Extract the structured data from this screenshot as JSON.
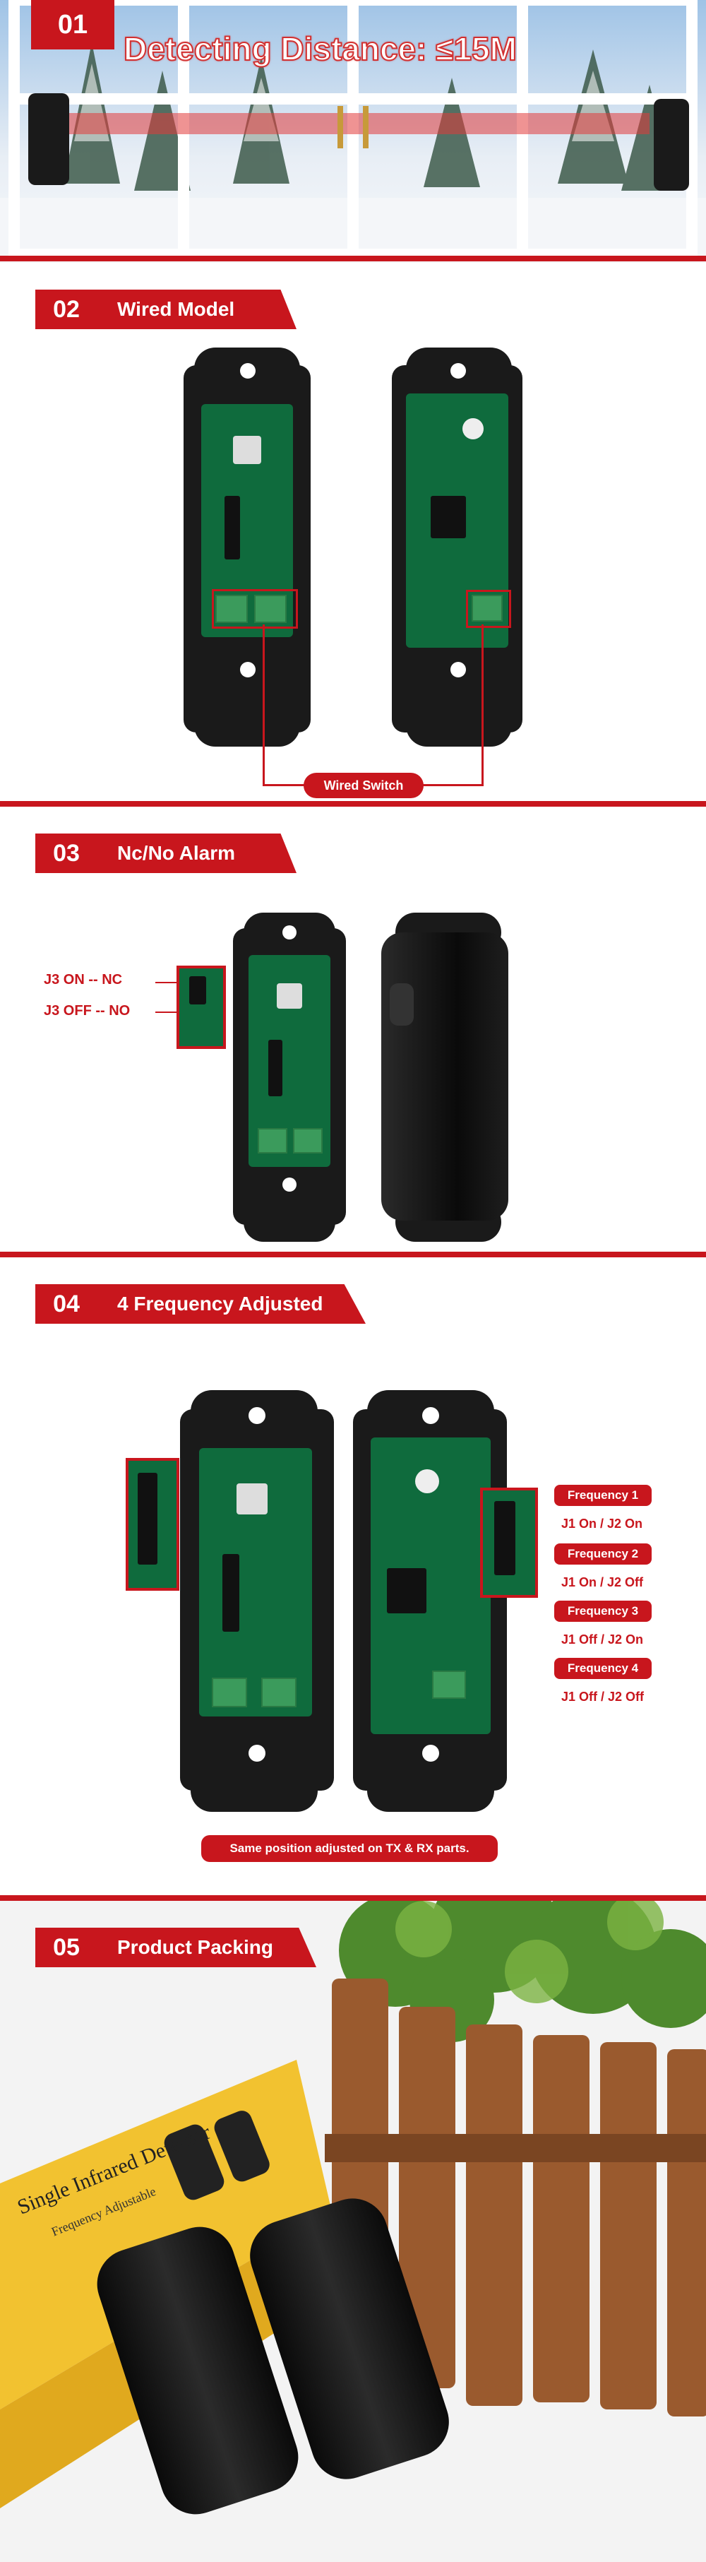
{
  "section1": {
    "number": "01",
    "headline": "Detecting Distance: ≤15M"
  },
  "section2": {
    "number": "02",
    "title": "Wired Model",
    "callout": "Wired Switch"
  },
  "section3": {
    "number": "03",
    "title": "Nc/No Alarm",
    "label_on": "J3 ON -- NC",
    "label_off": "J3 OFF -- NO"
  },
  "section4": {
    "number": "04",
    "title": "4 Frequency Adjusted",
    "frequencies": [
      {
        "name": "Frequency 1",
        "setting": "J1 On / J2 On"
      },
      {
        "name": "Frequency 2",
        "setting": "J1 On / J2 Off"
      },
      {
        "name": "Frequency 3",
        "setting": "J1 Off / J2 On"
      },
      {
        "name": "Frequency 4",
        "setting": "J1 Off / J2 Off"
      }
    ],
    "note": "Same position adjusted on TX & RX parts."
  },
  "section5": {
    "number": "05",
    "title": "Product Packing",
    "box_text_line1": "Single Infrared Detector",
    "box_text_line2": "Frequency Adjustable"
  },
  "colors": {
    "accent": "#c8161d",
    "pcb": "#0f6b3d",
    "housing": "#1a1a1a"
  }
}
